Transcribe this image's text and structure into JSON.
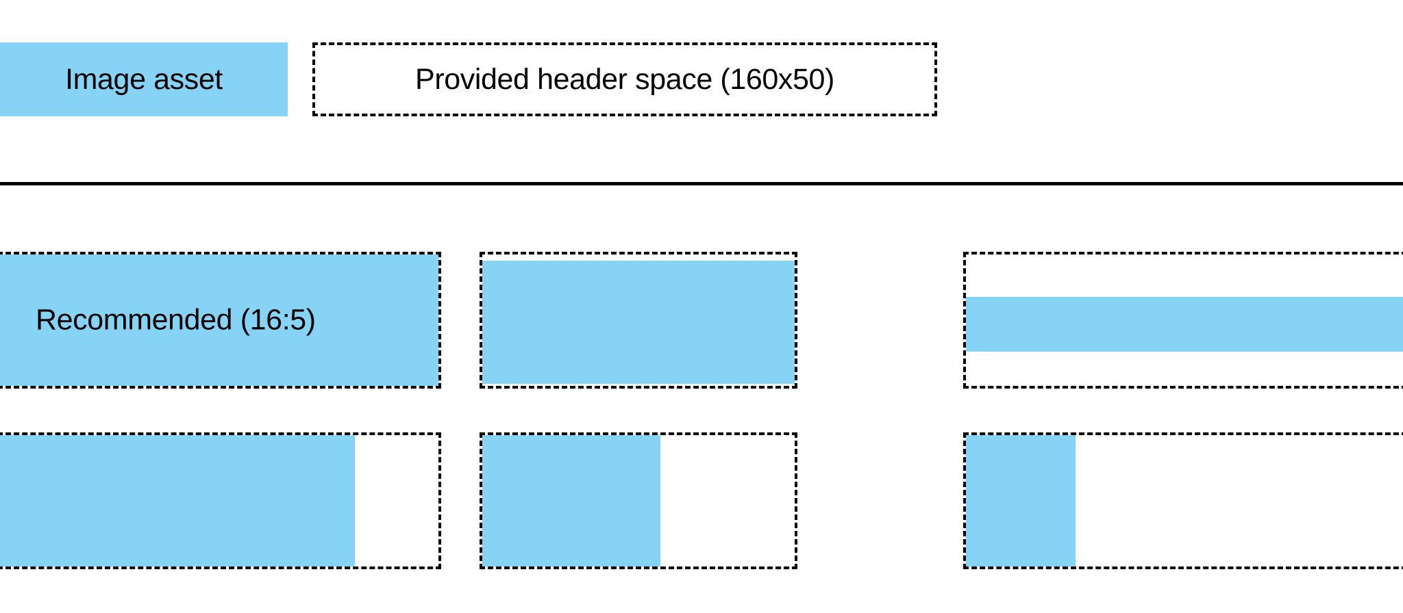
{
  "page": {
    "background_color": "#ffffff",
    "accent_color": "#87d3f5",
    "outline_color": "#000000"
  },
  "header": {
    "swatch_label": "Image asset",
    "space_label": "Provided header space (160x50)"
  },
  "examples": {
    "recommended_caption": "Recommended (16:5)",
    "rows": [
      {
        "cards": [
          {
            "fill": "full",
            "caption": "Recommended (16:5)"
          },
          {
            "fill": "wide-short",
            "caption": ""
          },
          {
            "fill": "band",
            "caption": ""
          }
        ]
      },
      {
        "cards": [
          {
            "fill": "left-81",
            "caption": ""
          },
          {
            "fill": "left-57",
            "caption": ""
          },
          {
            "fill": "left-25",
            "caption": ""
          }
        ]
      }
    ]
  }
}
